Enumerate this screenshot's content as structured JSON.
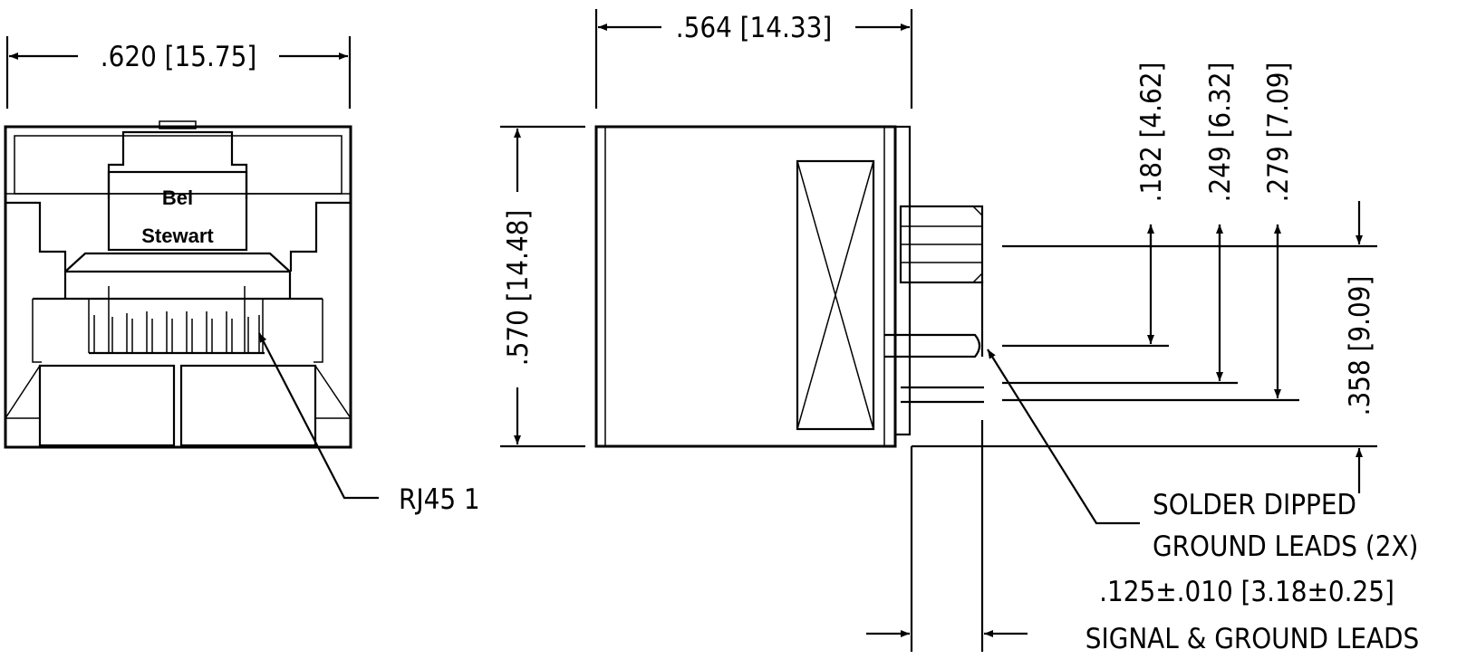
{
  "brand": {
    "line1": "Bel",
    "line2": "Stewart"
  },
  "dimensions": {
    "front_width": ".620 [15.75]",
    "side_depth": ".564 [14.33]",
    "height": ".570 [14.48]",
    "lead_1": ".182 [4.62]",
    "lead_2": ".249 [6.32]",
    "lead_3": ".279 [7.09]",
    "lead_span": ".358 [9.09]",
    "lead_length": ".125±.010 [3.18±0.25]"
  },
  "callouts": {
    "port": "RJ45 1",
    "ground_leads_l1": "SOLDER DIPPED",
    "ground_leads_l2": "GROUND LEADS (2X)",
    "lead_length_note": "SIGNAL & GROUND LEADS"
  }
}
